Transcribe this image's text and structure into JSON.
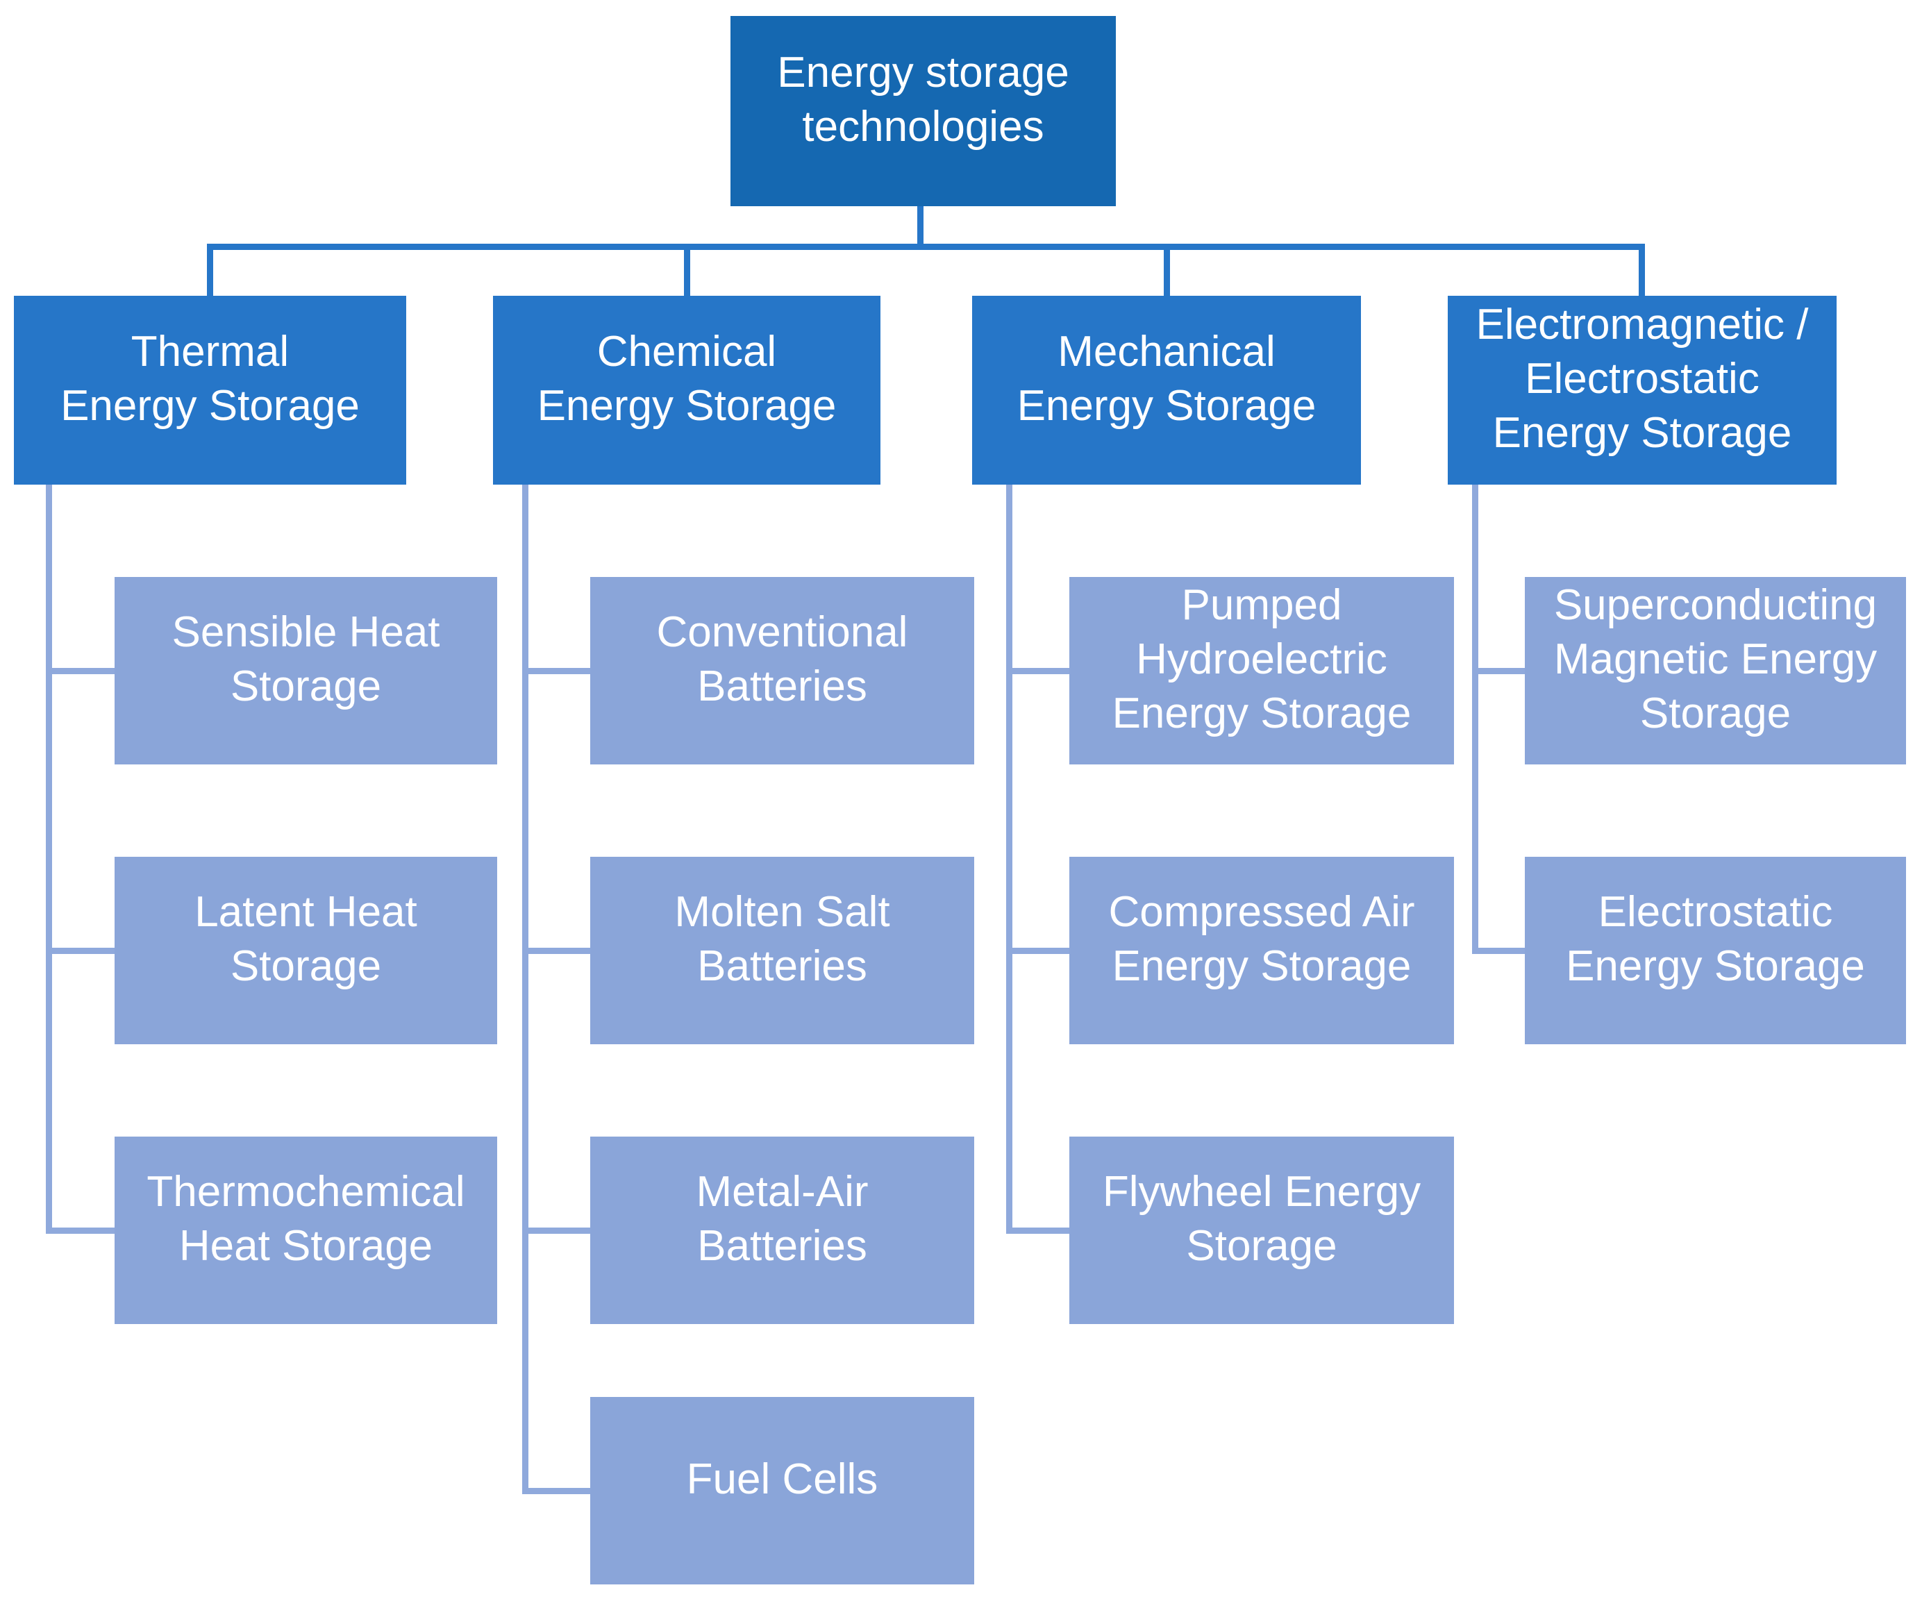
{
  "title": "Energy storage technologies",
  "colors": {
    "background": "#ffffff",
    "root_fill": "#1568b1",
    "branch_fill": "#2676c8",
    "leaf_fill": "#8aa5d9",
    "dark_connector": "#2676c8",
    "light_connector": "#8fa9dc",
    "text": "#ffffff"
  },
  "diagram": {
    "root": {
      "label": "Energy storage\ntechnologies"
    },
    "branches": [
      {
        "label": "Thermal\nEnergy Storage",
        "children": [
          {
            "label": "Sensible Heat\nStorage"
          },
          {
            "label": "Latent Heat\nStorage"
          },
          {
            "label": "Thermochemical\nHeat Storage"
          }
        ]
      },
      {
        "label": "Chemical\nEnergy Storage",
        "children": [
          {
            "label": "Conventional\nBatteries"
          },
          {
            "label": "Molten Salt\nBatteries"
          },
          {
            "label": "Metal-Air\nBatteries"
          },
          {
            "label": "Fuel Cells"
          }
        ]
      },
      {
        "label": "Mechanical\nEnergy Storage",
        "children": [
          {
            "label": "Pumped\nHydroelectric\nEnergy Storage"
          },
          {
            "label": "Compressed Air\nEnergy Storage"
          },
          {
            "label": "Flywheel Energy\nStorage"
          }
        ]
      },
      {
        "label": "Electromagnetic /\nElectrostatic\nEnergy Storage",
        "children": [
          {
            "label": "Superconducting\nMagnetic Energy\nStorage"
          },
          {
            "label": "Electrostatic\nEnergy Storage"
          }
        ]
      }
    ]
  }
}
